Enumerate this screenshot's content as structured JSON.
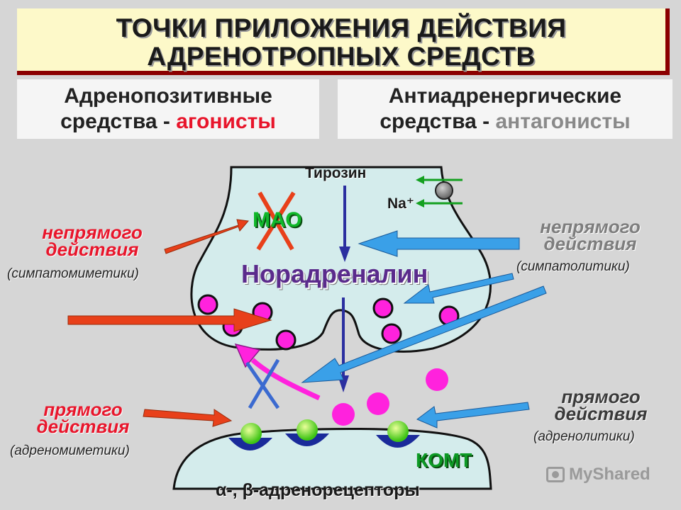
{
  "title": {
    "line1": "ТОЧКИ ПРИЛОЖЕНИЯ ДЕЙСТВИЯ",
    "line2": "АДРЕНОТРОПНЫХ СРЕДСТВ"
  },
  "classes": {
    "left": {
      "line1": "Адренопозитивные",
      "line2_prefix": "средства - ",
      "line2_highlight": "агонисты",
      "highlight_color": "#e8152b"
    },
    "right": {
      "line1": "Антиадренергические",
      "line2_prefix": "средства - ",
      "line2_highlight": "антагонисты",
      "highlight_color": "#8a8a8a"
    }
  },
  "diagram": {
    "tyrosine": "Тирозин",
    "sodium": "Na⁺",
    "mao": "МАО",
    "neurotransmitter": "Норадреналин",
    "komt": "КОМТ",
    "receptors": "-адренорецепторы",
    "receptors_prefix": "α-, β",
    "colors": {
      "agonist_arrow": "#e8401a",
      "antagonist_arrow": "#3aa0e8",
      "vesicle": "#ff22dd",
      "receptor": "#1a2a9a",
      "ligand": "#4ad01a",
      "terminal": "#d4ecec"
    }
  },
  "labels": {
    "agonist_indirect": {
      "line1": "непрямого",
      "line2": "действия",
      "sub": "(симпатомиметики)"
    },
    "agonist_direct": {
      "line1": "прямого",
      "line2": "действия",
      "sub": "(адреномиметики)"
    },
    "antagonist_indirect": {
      "line1": "непрямого",
      "line2": "действия",
      "sub": "(симпатолитики)"
    },
    "antagonist_direct": {
      "line1": "прямого",
      "line2": "действия",
      "sub": "(адренолитики)"
    }
  },
  "watermark": "MyShared"
}
